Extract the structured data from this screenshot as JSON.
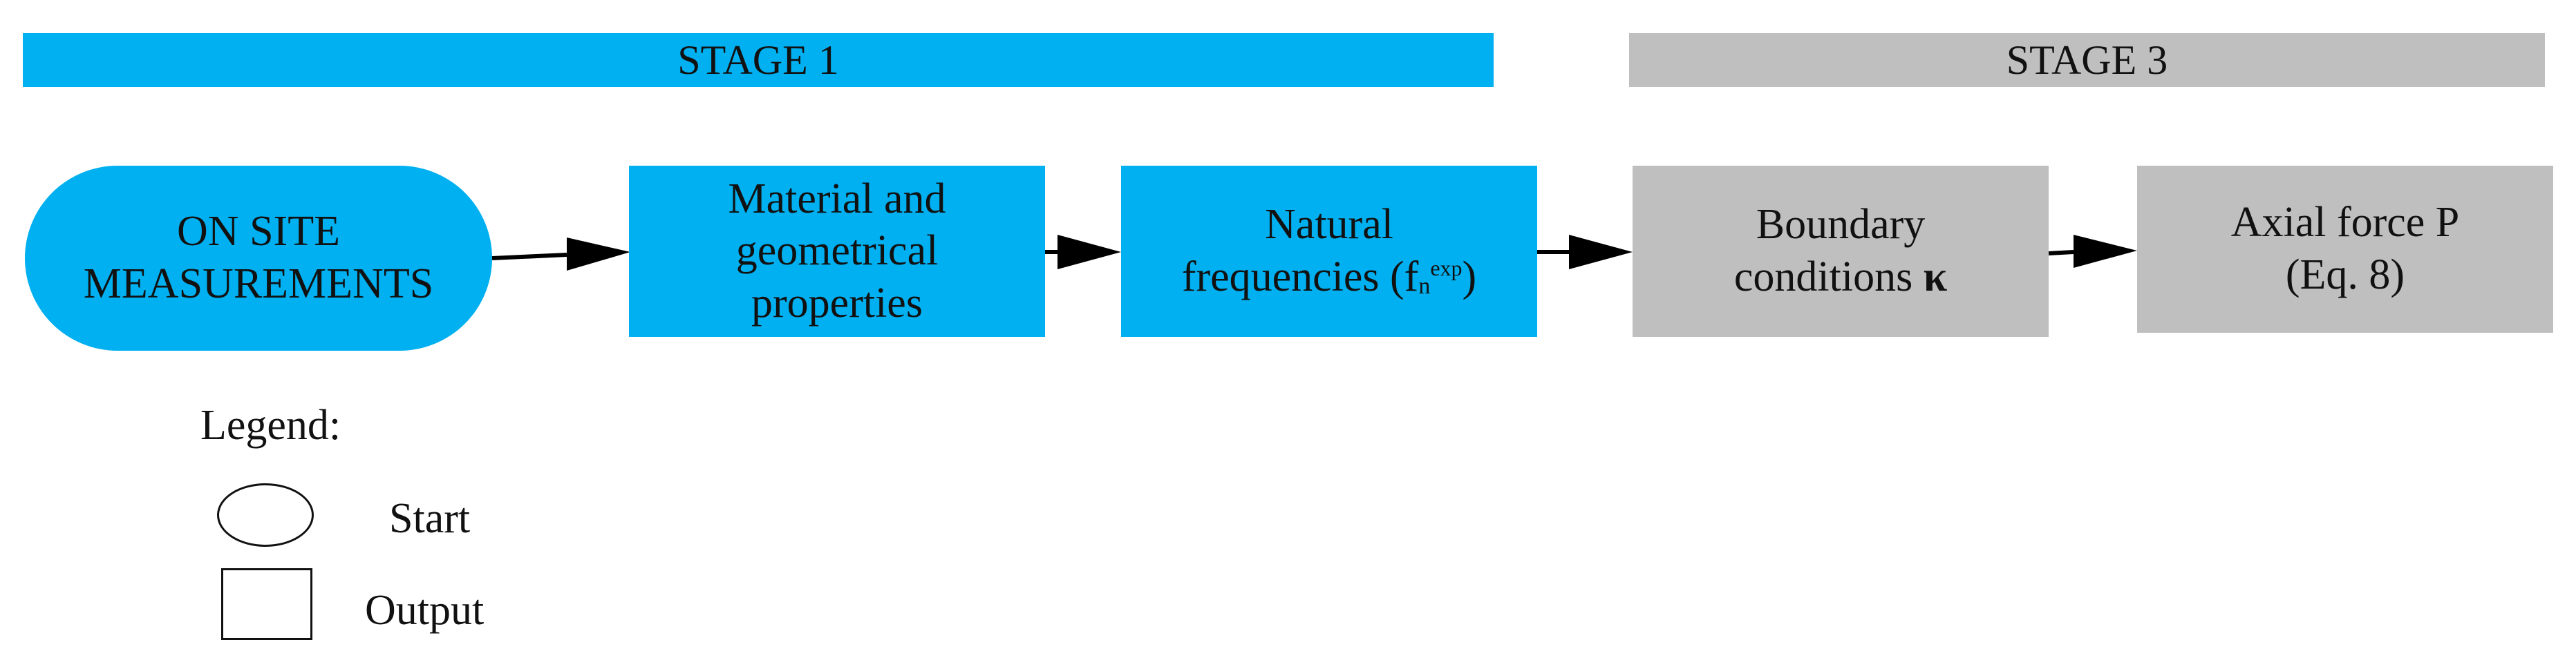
{
  "stages": [
    {
      "label": "STAGE 1",
      "color": "#00b0f0"
    },
    {
      "label": "STAGE 3",
      "color": "#bfbfbf"
    }
  ],
  "nodes": {
    "start": {
      "line1": "ON SITE",
      "line2": "MEASUREMENTS",
      "shape": "rounded",
      "color": "#00b0f0"
    },
    "material": {
      "line1": "Material and",
      "line2": "geometrical",
      "line3": "properties",
      "shape": "rectangle",
      "color": "#00b0f0"
    },
    "natural": {
      "line1": "Natural",
      "line2_prefix": "frequencies (f",
      "subscript": "n",
      "superscript": "exp",
      "line2_suffix": ")",
      "shape": "rectangle",
      "color": "#00b0f0"
    },
    "boundary": {
      "line1": "Boundary",
      "line2_prefix": "conditions ",
      "symbol": "κ",
      "shape": "rectangle",
      "color": "#bfbfbf"
    },
    "axial": {
      "line1": "Axial force P",
      "line2": "(Eq. 8)",
      "shape": "rectangle",
      "color": "#bfbfbf"
    }
  },
  "edges": [
    {
      "from": "start",
      "to": "material"
    },
    {
      "from": "material",
      "to": "natural"
    },
    {
      "from": "natural",
      "to": "boundary"
    },
    {
      "from": "boundary",
      "to": "axial"
    }
  ],
  "legend": {
    "title": "Legend:",
    "items": [
      {
        "shape": "ellipse",
        "label": "Start"
      },
      {
        "shape": "rectangle",
        "label": "Output"
      }
    ]
  }
}
